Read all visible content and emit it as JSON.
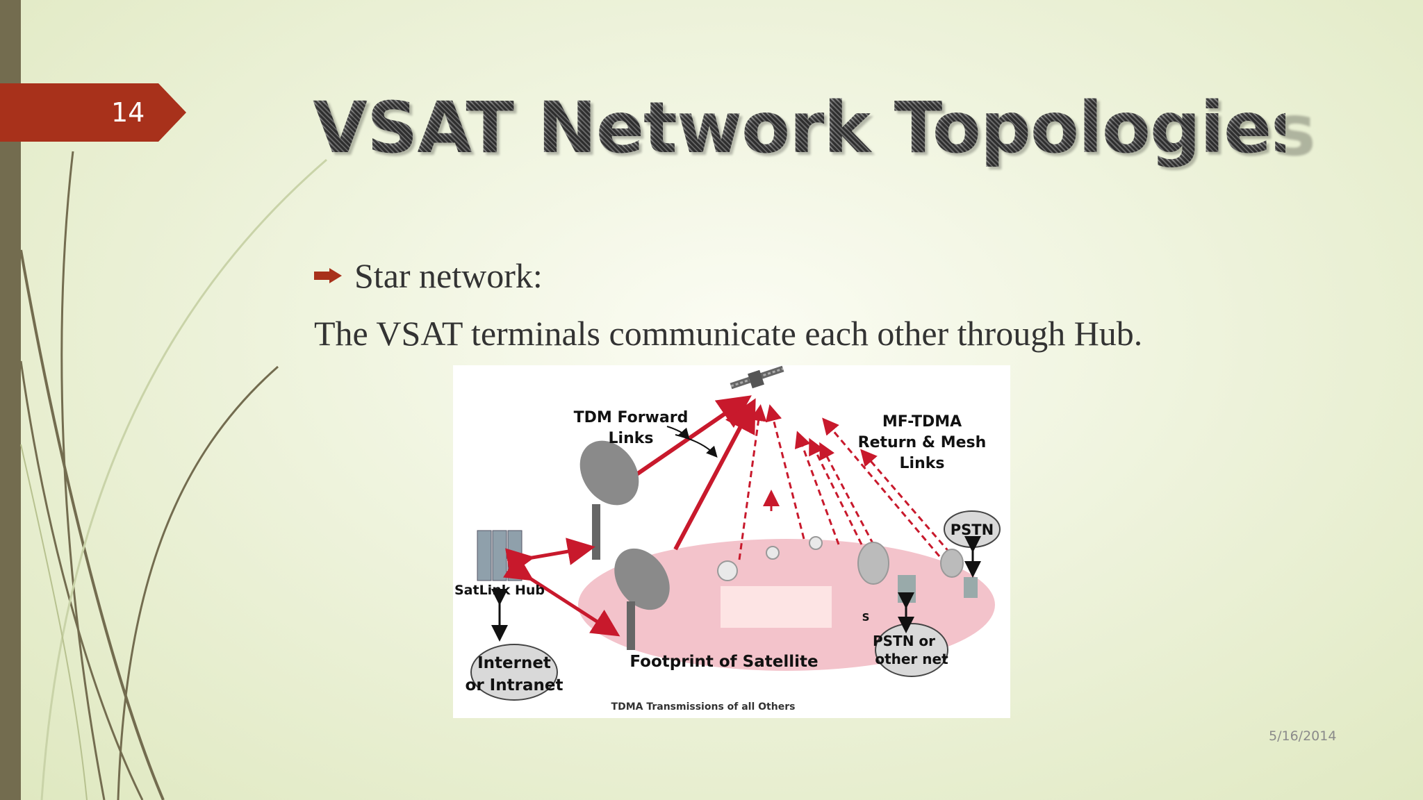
{
  "slide": {
    "number": "14",
    "title": "VSAT Network Topologies",
    "bullet": "Star network:",
    "body": "The VSAT terminals communicate each other through Hub.",
    "date": "5/16/2014"
  },
  "diagram": {
    "labels": {
      "tdm": [
        "TDM Forward",
        "Links"
      ],
      "mftdma": [
        "MF-TDMA",
        "Return & Mesh",
        "Links"
      ],
      "pstn": "PSTN",
      "hub": "SatLink Hub",
      "internet": [
        "Internet",
        "or Intranet"
      ],
      "footprint": "Footprint of Satellite",
      "pstn_other": [
        "PSTN or",
        "other net"
      ],
      "s_mark": "S",
      "cropped_caption": "TDMA Transmissions of all Others"
    }
  },
  "colors": {
    "accent": "#a8311b",
    "sidebar": "#736c4f",
    "link_red": "#c8192c",
    "footprint_pink": "#f3c3cb"
  }
}
